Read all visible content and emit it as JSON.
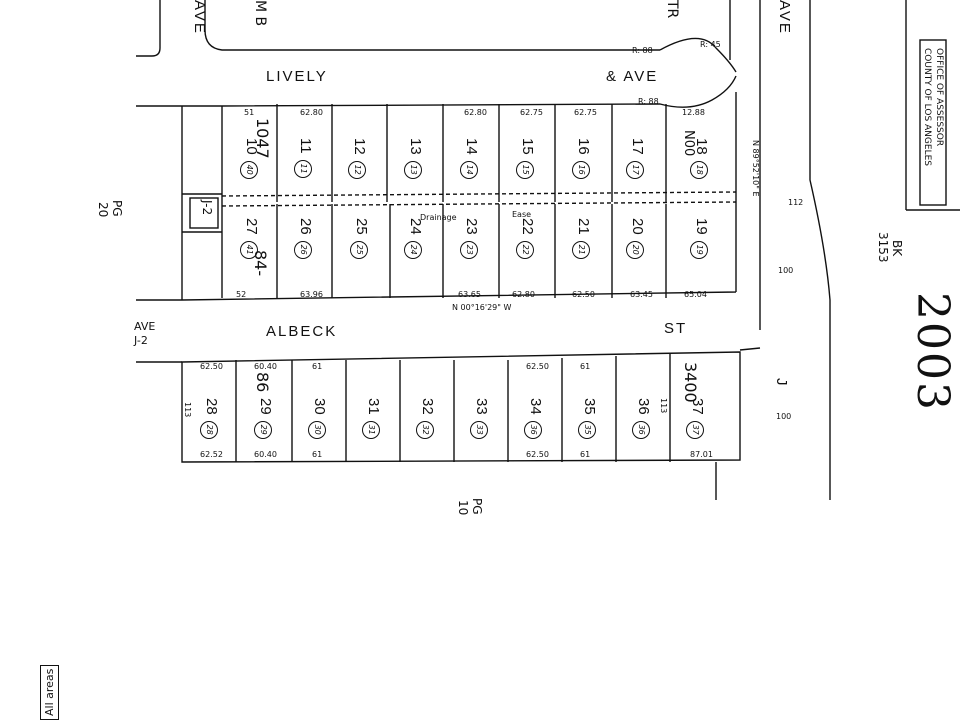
{
  "streets": {
    "lively_a": "LIVELY",
    "lively_b": "& AVE",
    "albeck_a": "ALBECK",
    "albeck_b": "ST",
    "ave_j2_a": "AVE",
    "ave_j2_b": "J-2",
    "ave_top_left": "AVE",
    "ave_top_right": "AVE",
    "ave_j": "J",
    "rec_m_b": "M B",
    "tr": "TR"
  },
  "office": {
    "line1": "OFFICE OF ASSESSOR",
    "line2": "COUNTY OF LOS ANGELES"
  },
  "book": {
    "label": "BK",
    "number": "3153"
  },
  "map_number": "2003",
  "page_refs": {
    "pg20_a": "PG",
    "pg20_b": "20",
    "pg10_a": "PG",
    "pg10_b": "10"
  },
  "block_codes": {
    "j2_box": "J-2",
    "tract": "1047",
    "tract_b": "84-",
    "tract_c": "86",
    "tract_d": "3400",
    "tract_e": "N00"
  },
  "footer_note": "All areas",
  "top_lots": [
    {
      "lot": "10",
      "parcel": "40"
    },
    {
      "lot": "11",
      "parcel": "11"
    },
    {
      "lot": "12",
      "parcel": "12"
    },
    {
      "lot": "13",
      "parcel": "13"
    },
    {
      "lot": "14",
      "parcel": "14"
    },
    {
      "lot": "15",
      "parcel": "15"
    },
    {
      "lot": "16",
      "parcel": "16"
    },
    {
      "lot": "17",
      "parcel": "17"
    },
    {
      "lot": "18",
      "parcel": "18"
    }
  ],
  "mid_lots": [
    {
      "lot": "27",
      "parcel": "41"
    },
    {
      "lot": "26",
      "parcel": "26"
    },
    {
      "lot": "25",
      "parcel": "25"
    },
    {
      "lot": "24",
      "parcel": "24"
    },
    {
      "lot": "23",
      "parcel": "23"
    },
    {
      "lot": "22",
      "parcel": "22"
    },
    {
      "lot": "21",
      "parcel": "21"
    },
    {
      "lot": "20",
      "parcel": "20"
    },
    {
      "lot": "19",
      "parcel": "19"
    }
  ],
  "bottom_lots": [
    {
      "lot": "28",
      "parcel": "28"
    },
    {
      "lot": "29",
      "parcel": "29"
    },
    {
      "lot": "30",
      "parcel": "30"
    },
    {
      "lot": "31",
      "parcel": "31"
    },
    {
      "lot": "32",
      "parcel": "32"
    },
    {
      "lot": "33",
      "parcel": "33"
    },
    {
      "lot": "34",
      "parcel": "36"
    },
    {
      "lot": "35",
      "parcel": "35"
    },
    {
      "lot": "36",
      "parcel": "36"
    },
    {
      "lot": "37",
      "parcel": "37"
    }
  ],
  "dims": {
    "top_row_front": [
      "51",
      "62.80",
      "",
      "",
      "62.80",
      "62.75",
      "62.75",
      "",
      "12.88"
    ],
    "mid_row_back": [
      "52",
      "63.96",
      "",
      "",
      "63.65",
      "62.80",
      "62.50",
      "63.45",
      "65.04"
    ],
    "bottom_row_front": [
      "62.50",
      "60.40",
      "61",
      "",
      "",
      "",
      "62.50",
      "61",
      ""
    ],
    "bottom_row_back": [
      "62.52",
      "60.40",
      "61",
      "",
      "",
      "",
      "62.50",
      "61",
      "87.01"
    ],
    "depths": [
      "112",
      "100",
      "100",
      "113",
      "113"
    ],
    "easement": "Ease",
    "drainage": "Drainage",
    "bearing_a": "N 00°16'29\" W",
    "bearing_b": "N 89°52'10\" E",
    "radius_a": "R: 88",
    "radius_b": "R: 88",
    "radius_c": "R: 45"
  }
}
